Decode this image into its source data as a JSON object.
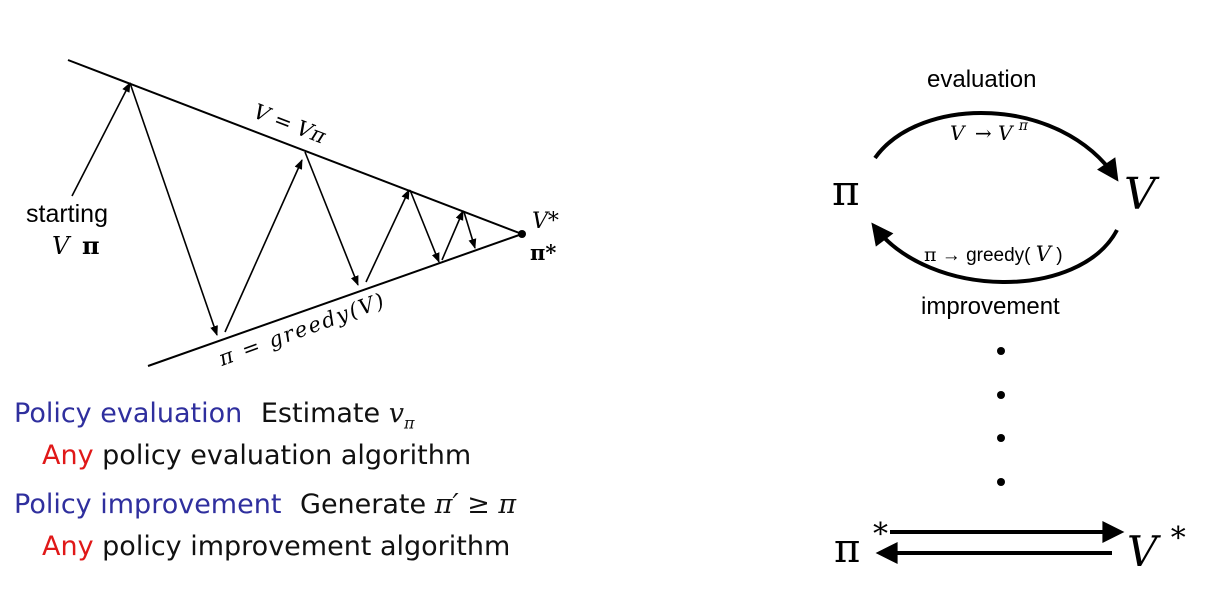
{
  "left_diagram": {
    "start_label_line1": "starting",
    "start_label_line2_v": "V",
    "start_label_line2_pi": "π",
    "upper_line_label": "V = Vπ",
    "lower_line_label": "π = greedy(V)",
    "converge_v": "V*",
    "converge_pi": "π*"
  },
  "legend": {
    "eval_title": "Policy evaluation",
    "eval_desc_text": "Estimate",
    "eval_desc_v": "v",
    "eval_desc_sub": "π",
    "eval_any": "Any",
    "eval_rest": "policy evaluation algorithm",
    "impr_title": "Policy improvement",
    "impr_desc_text": "Generate",
    "impr_desc_formula": "π′ ≥ π",
    "impr_any": "Any",
    "impr_rest": "policy improvement algorithm"
  },
  "cycle_diagram": {
    "top_label": "evaluation",
    "top_formula_v": "V",
    "top_formula_arrow": "→",
    "top_formula_vpi": "V",
    "top_formula_sup": "π",
    "left_node": "π",
    "right_node": "V",
    "bottom_formula_pi": "π",
    "bottom_formula_arrow": "→",
    "bottom_formula_greedy": "greedy(",
    "bottom_formula_v": "V",
    "bottom_formula_close": ")",
    "bottom_label": "improvement",
    "final_pi": "π",
    "final_pi_sup": "*",
    "final_v": "V",
    "final_v_sup": "*"
  }
}
